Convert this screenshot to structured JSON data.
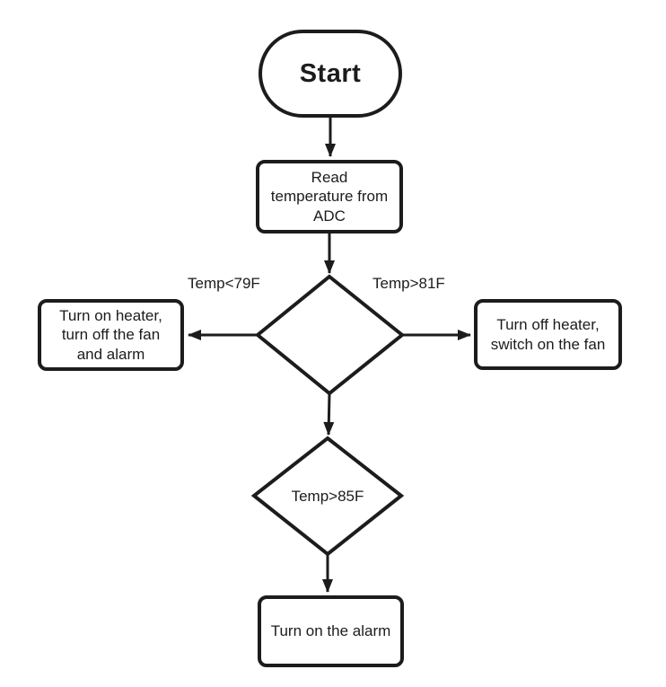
{
  "flowchart": {
    "colors": {
      "stroke": "#1c1c1c",
      "background": "#ffffff",
      "text": "#1c1c1c"
    },
    "nodes": {
      "start": {
        "label": "Start"
      },
      "read_adc": {
        "label": "Read\ntemperature from\nADC"
      },
      "decision_temp_range": {
        "label": ""
      },
      "heater_on": {
        "label": "Turn on heater,\nturn off the fan\nand alarm"
      },
      "heater_off": {
        "label": "Turn off heater,\nswitch on the fan"
      },
      "decision_temp_high": {
        "label": "Temp>85F"
      },
      "alarm_on": {
        "label": "Turn on the alarm"
      }
    },
    "edge_labels": {
      "cold_branch": "Temp<79F",
      "hot_branch": "Temp>81F"
    }
  }
}
